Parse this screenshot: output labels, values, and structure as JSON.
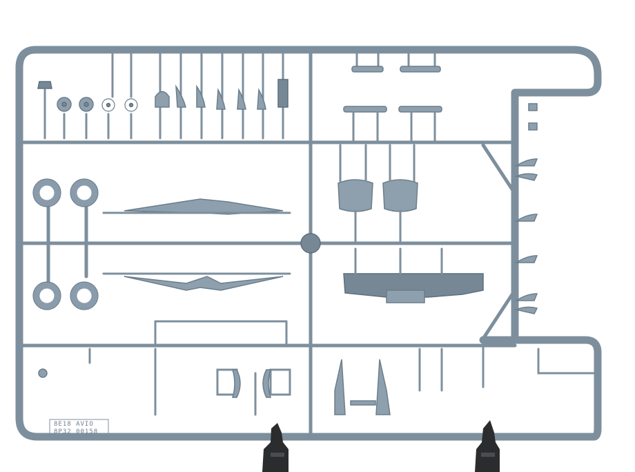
{
  "image": {
    "subject": "plastic model kit sprue",
    "colors": {
      "plastic": "#8ea0ae",
      "plastic_shadow": "#6b7d8b",
      "stand": "#2a2c2e",
      "background": "#ffffff"
    }
  },
  "sprue": {
    "code_text": [
      "8E18 AVIO",
      "8P32 00158"
    ]
  }
}
